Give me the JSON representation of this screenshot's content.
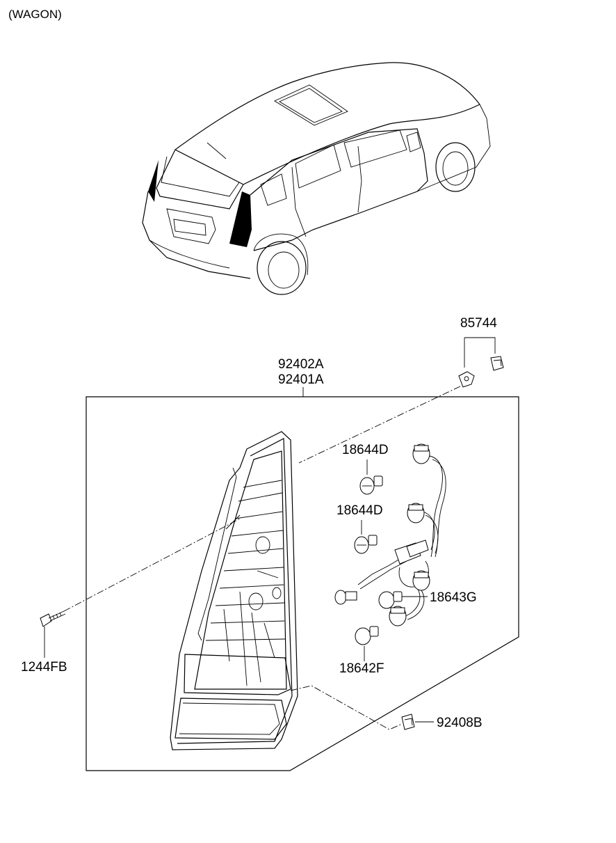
{
  "header": {
    "variant": "(WAGON)"
  },
  "callouts": {
    "clip_set": "85744",
    "lamp_rh": "92402A",
    "lamp_lh": "92401A",
    "bulb_upper": "18644D",
    "bulb_middle": "18644D",
    "bulb_side": "18643G",
    "bulb_lower": "18642F",
    "screw": "1244FB",
    "retainer": "92408B"
  }
}
